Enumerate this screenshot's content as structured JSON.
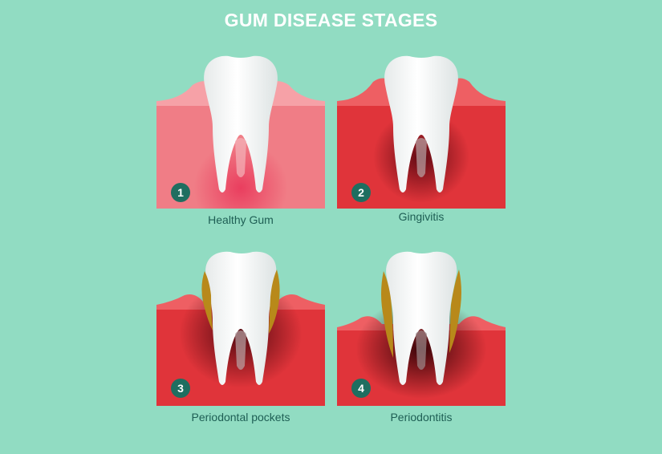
{
  "title": "GUM DISEASE STAGES",
  "colors": {
    "background": "#91dcc2",
    "healthy_gum": "#f07d86",
    "inflamed_gum": "#e0343a",
    "tartar": "#b8891a",
    "badge": "#1f6e60",
    "caption": "#1e5e54"
  },
  "stages": [
    {
      "number": "1",
      "label": "Healthy Gum"
    },
    {
      "number": "2",
      "label": "Gingivitis"
    },
    {
      "number": "3",
      "label": "Periodontal pockets"
    },
    {
      "number": "4",
      "label": "Periodontitis"
    }
  ]
}
